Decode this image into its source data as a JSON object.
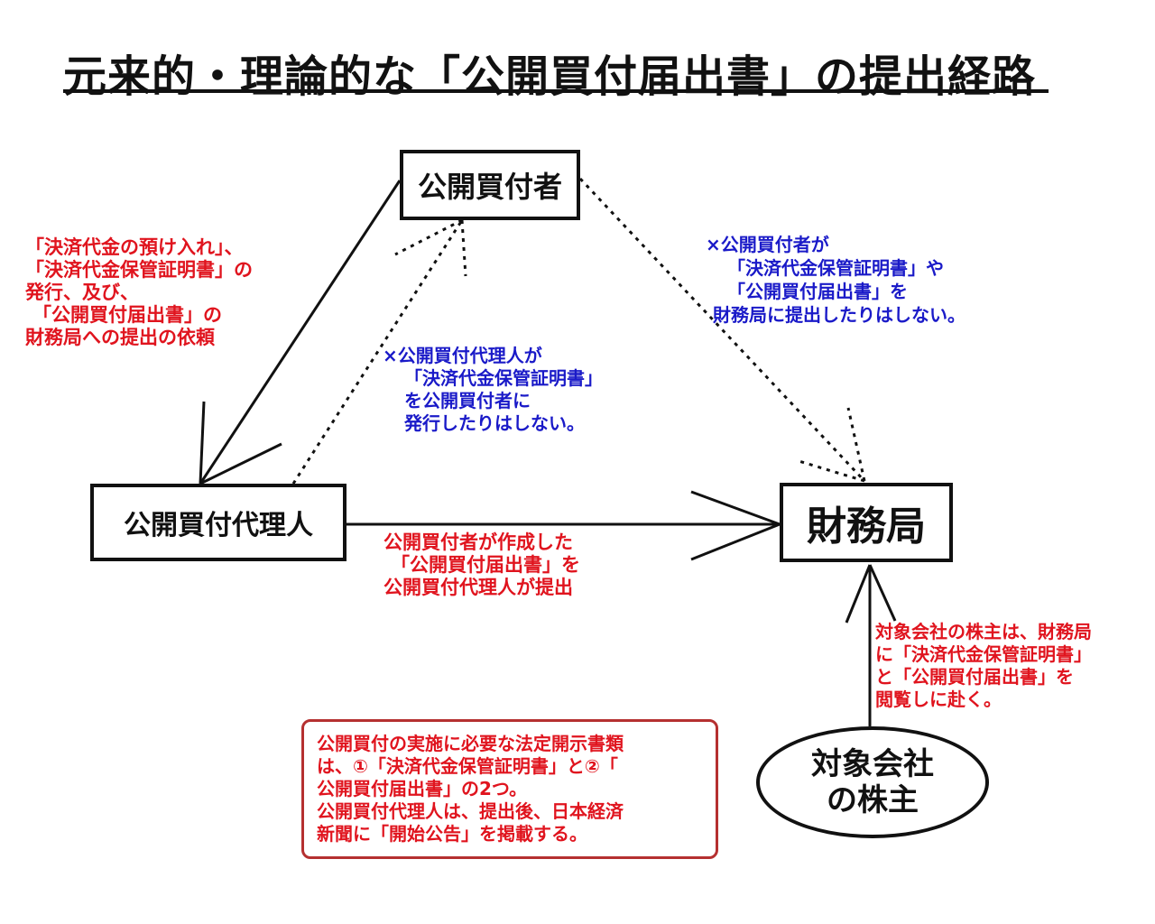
{
  "title": "元来的・理論的な「公開買付届出書」の提出経路",
  "nodes": {
    "buyer": "公開買付者",
    "agent": "公開買付代理人",
    "bureau": "財務局",
    "shareholders": [
      "対象会社",
      "の株主"
    ]
  },
  "notes": {
    "request": [
      "「決済代金の預け入れ」、",
      "「決済代金保管証明書」の",
      "発行、及び、",
      "「公開買付届出書」の",
      "財務局への提出の依頼"
    ],
    "buyer_not": [
      "×公開買付者が",
      "「決済代金保管証明書」や",
      "「公開買付届出書」を",
      "財務局に提出したりはしない。"
    ],
    "agent_not": [
      "×公開買付代理人が",
      "「決済代金保管証明書」",
      "を公開買付者に",
      "発行したりはしない。"
    ],
    "submit": [
      "公開買付者が作成した",
      "「公開買付届出書」を",
      "公開買付代理人が提出"
    ],
    "shareholder_view": [
      "対象会社の株主は、財務局",
      "に「決済代金保管証明書」",
      "と「公開買付届出書」を",
      "閲覧しに赴く。"
    ],
    "summary": [
      "公開買付の実施に必要な法定開示書類",
      "は、①「決済代金保管証明書」と②「",
      "公開買付届出書」の2つ。",
      "公開買付代理人は、提出後、日本経済",
      "新聞に「開始公告」を掲載する。"
    ]
  },
  "colors": {
    "red_text": "#e0141e",
    "blue_text": "#1a1ac8",
    "line": "#111111",
    "summary_border": "#b53030"
  }
}
